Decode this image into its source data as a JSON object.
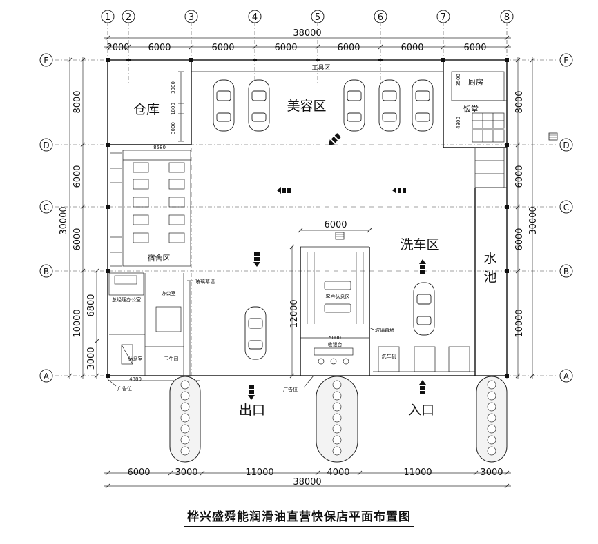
{
  "title": "桦兴盛舜能润滑油直营快保店平面布置图",
  "axes": {
    "columns": [
      "1",
      "2",
      "3",
      "4",
      "5",
      "6",
      "7",
      "8"
    ],
    "rows": [
      "E",
      "D",
      "C",
      "B",
      "A"
    ]
  },
  "dimensions": {
    "top_total": "38000",
    "top_spans": [
      "2000",
      "6000",
      "6000",
      "6000",
      "6000",
      "6000",
      "6000"
    ],
    "bottom_total": "38000",
    "bottom_spans": [
      "6000",
      "3000",
      "11000",
      "4000",
      "11000",
      "3000"
    ],
    "left_total": "30000",
    "left_spans": [
      "8000",
      "6000",
      "6000",
      "10000"
    ],
    "left_inner": [
      "6800",
      "3000"
    ],
    "right_total": "30000",
    "right_spans": [
      "8000",
      "6000",
      "6000",
      "10000"
    ],
    "wash_width": "6000",
    "wash_depth": "12000",
    "cashier_width": "5000",
    "dorm_width": "8580",
    "front_width": "4880",
    "storage_dims": [
      "3000",
      "1800",
      "3000"
    ],
    "kitchen_dims": [
      "3500",
      "4300"
    ]
  },
  "zones": {
    "warehouse": "仓库",
    "beauty": "美容区",
    "tool": "工具区",
    "wash": "洗车区",
    "pool_a": "水",
    "pool_b": "池",
    "dorm": "宿舍区",
    "exit": "出口",
    "entrance": "入口",
    "kitchen": "厨房",
    "dining": "饭堂",
    "glass_wall_1": "玻璃幕墙",
    "glass_wall_2": "玻璃幕墙",
    "cashier": "收银台",
    "office": "办公室",
    "manager_office": "总经理办公室",
    "toilet": "卫生间",
    "lounge": "休息室",
    "customer_rest": "客户休息区",
    "ad_left": "广告位",
    "ad_mid": "广告位",
    "wash_machine": "洗车机"
  },
  "colors": {
    "ink": "#111111",
    "background": "#ffffff",
    "planter": "#f3f3f3"
  }
}
